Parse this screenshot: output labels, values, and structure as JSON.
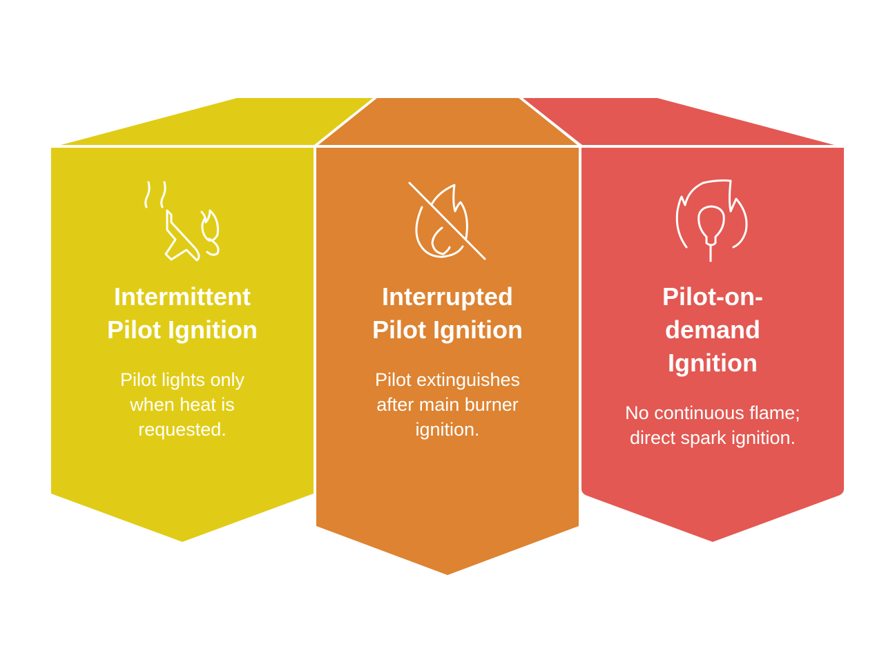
{
  "colors": {
    "yellow": "#E0CC16",
    "orange": "#DD8331",
    "red": "#E35852"
  },
  "items": [
    {
      "title_lines": [
        "Intermittent",
        "Pilot Ignition"
      ],
      "description": "Pilot lights only when heat is requested.",
      "icon": "smoldering-log-fire-icon"
    },
    {
      "title_lines": [
        "Interrupted",
        "Pilot Ignition"
      ],
      "description": "Pilot extinguishes after main burner ignition.",
      "icon": "no-fire-icon"
    },
    {
      "title_lines": [
        "Pilot-on-",
        "demand",
        "Ignition"
      ],
      "description": "No continuous flame; direct spark ignition.",
      "icon": "flame-bulb-icon"
    }
  ]
}
